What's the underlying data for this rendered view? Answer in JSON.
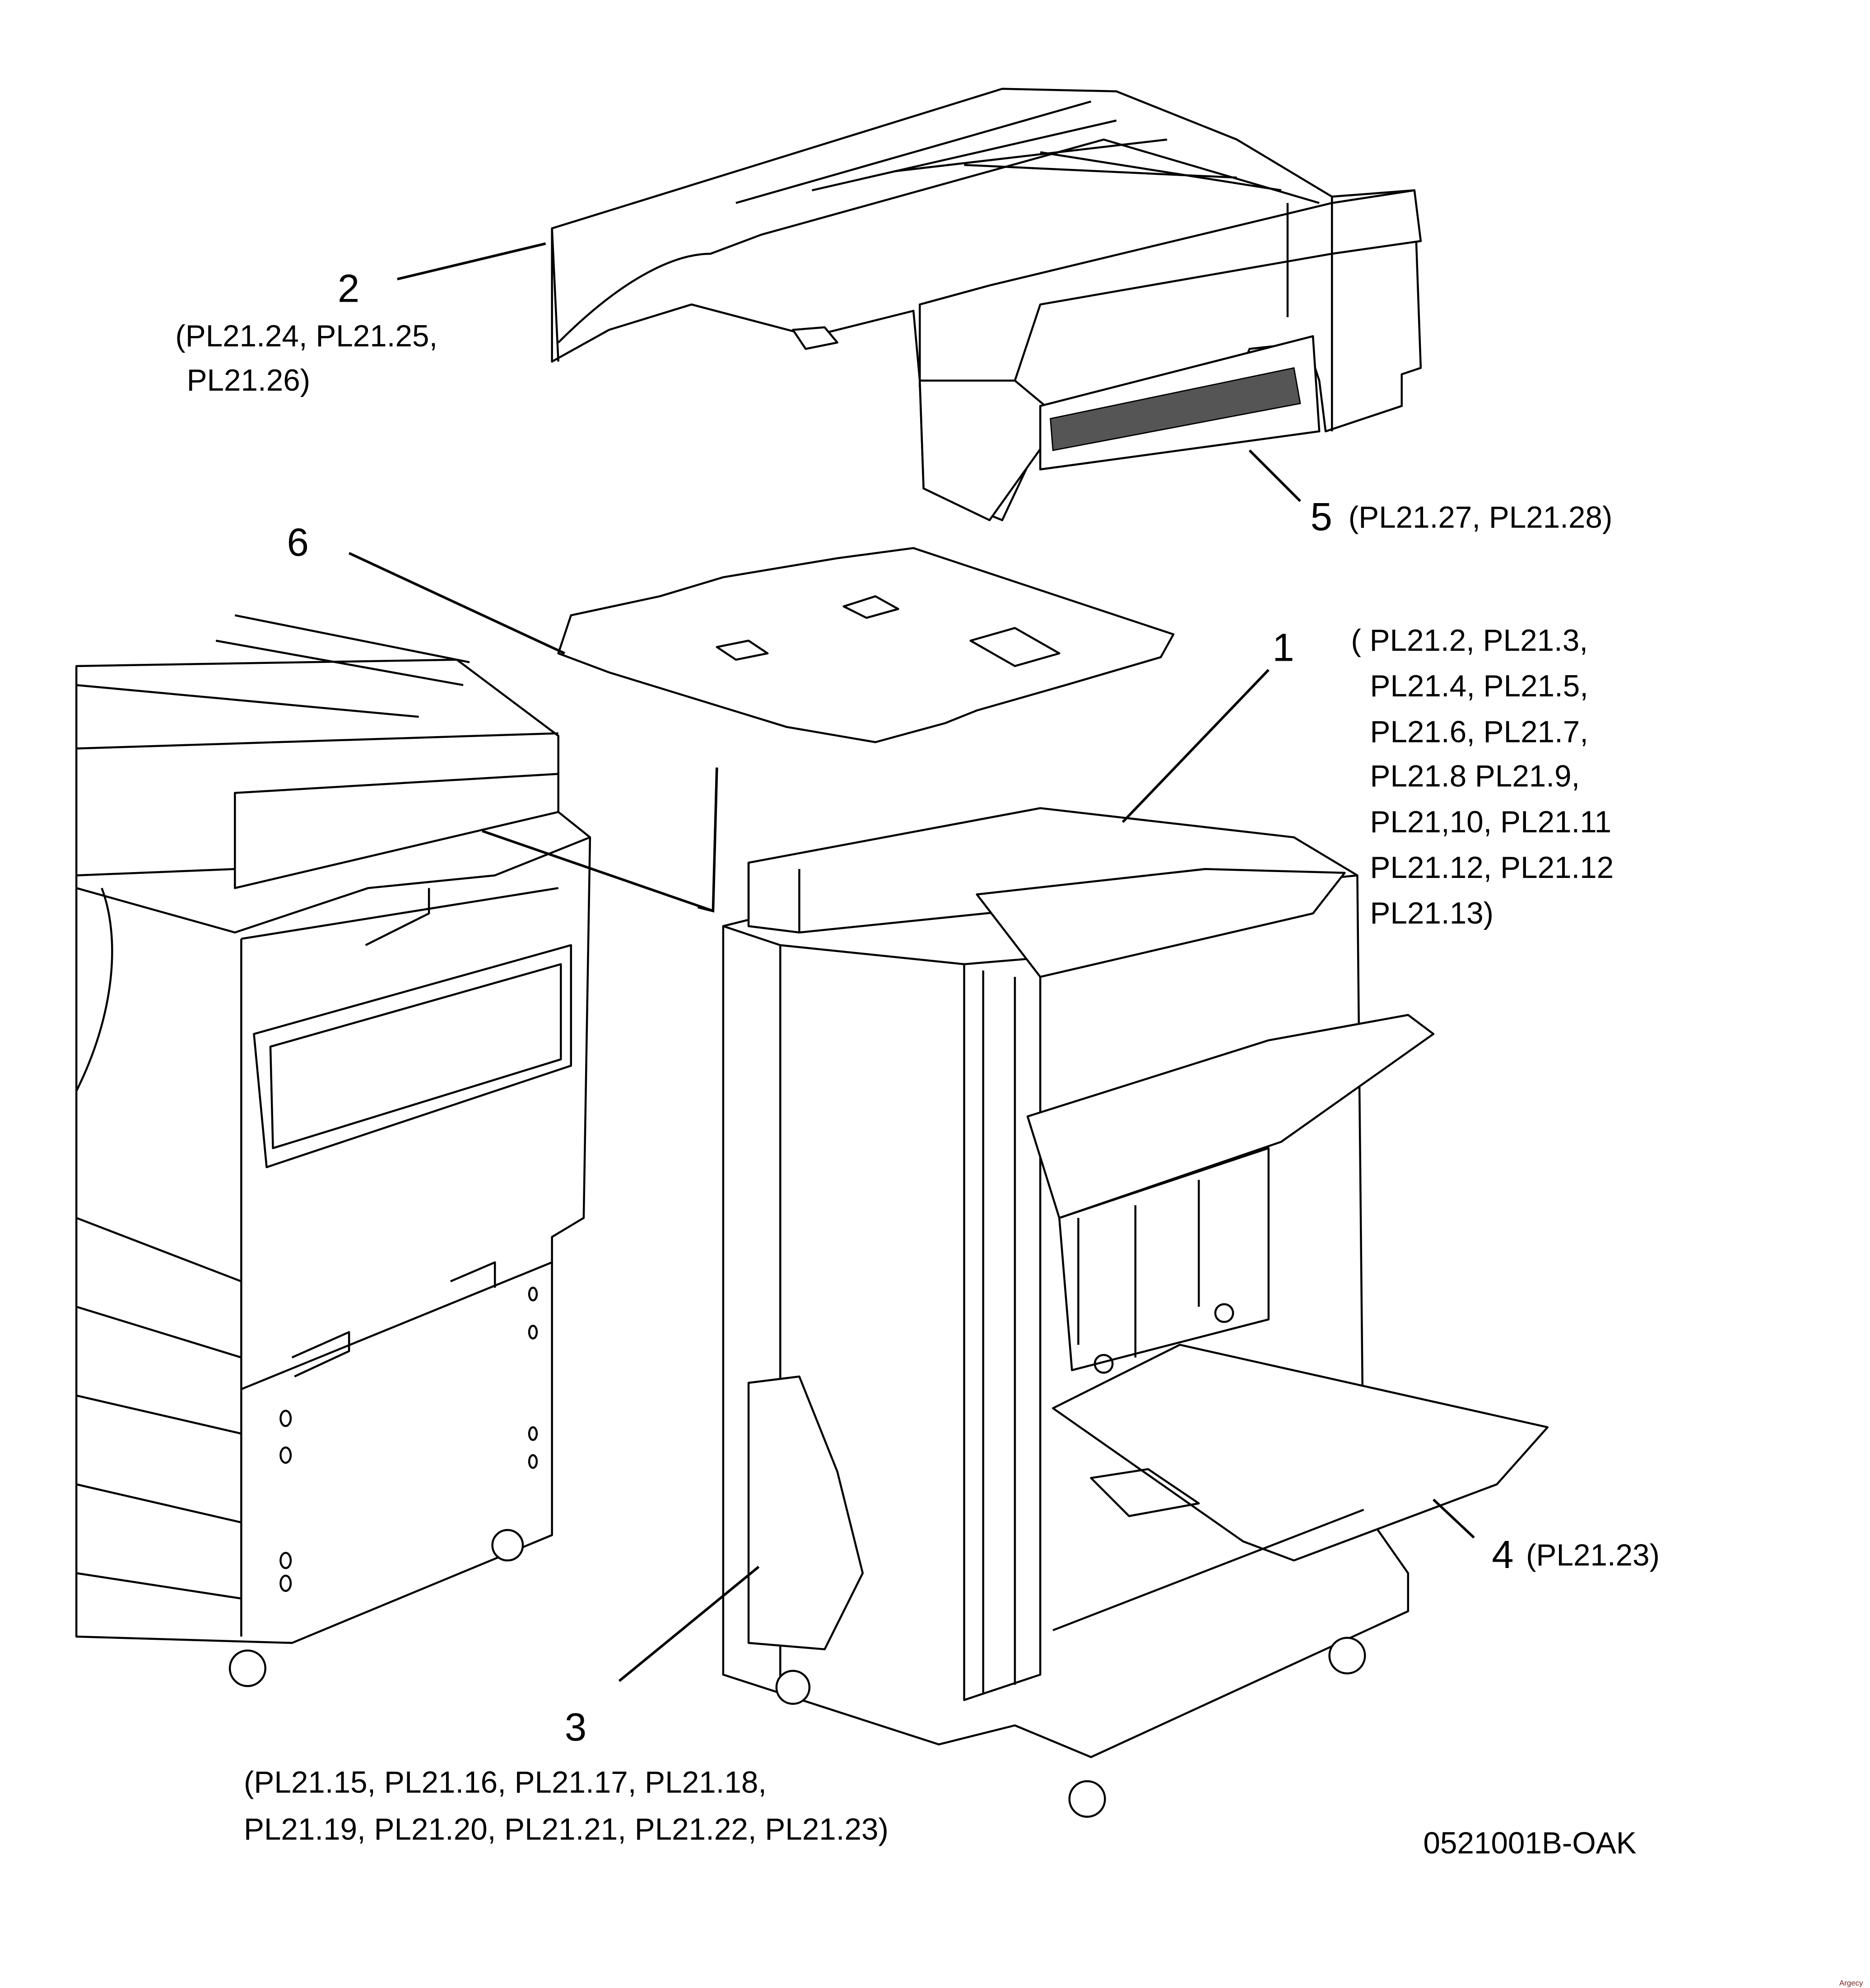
{
  "callouts": {
    "c1": {
      "number": "1",
      "refs": [
        "( PL21.2,  PL21.3,",
        "PL21.4,  PL21.5,",
        "PL21.6,  PL21.7,",
        "PL21.8  PL21.9,",
        "PL21,10,  PL21.11",
        "PL21.12,  PL21.12",
        "PL21.13)"
      ]
    },
    "c2": {
      "number": "2",
      "refs": [
        "(PL21.24,  PL21.25,",
        "PL21.26)"
      ]
    },
    "c3": {
      "number": "3",
      "refs": [
        "(PL21.15,  PL21.16,  PL21.17, PL21.18,",
        "PL21.19,  PL21.20,  PL21.21,  PL21.22,  PL21.23)"
      ]
    },
    "c4": {
      "number": "4",
      "refs": [
        "(PL21.23)"
      ]
    },
    "c5": {
      "number": "5",
      "refs": [
        "(PL21.27,  PL21.28)"
      ]
    },
    "c6": {
      "number": "6"
    }
  },
  "figure_id": "0521001B-OAK",
  "watermark": "Argecy"
}
